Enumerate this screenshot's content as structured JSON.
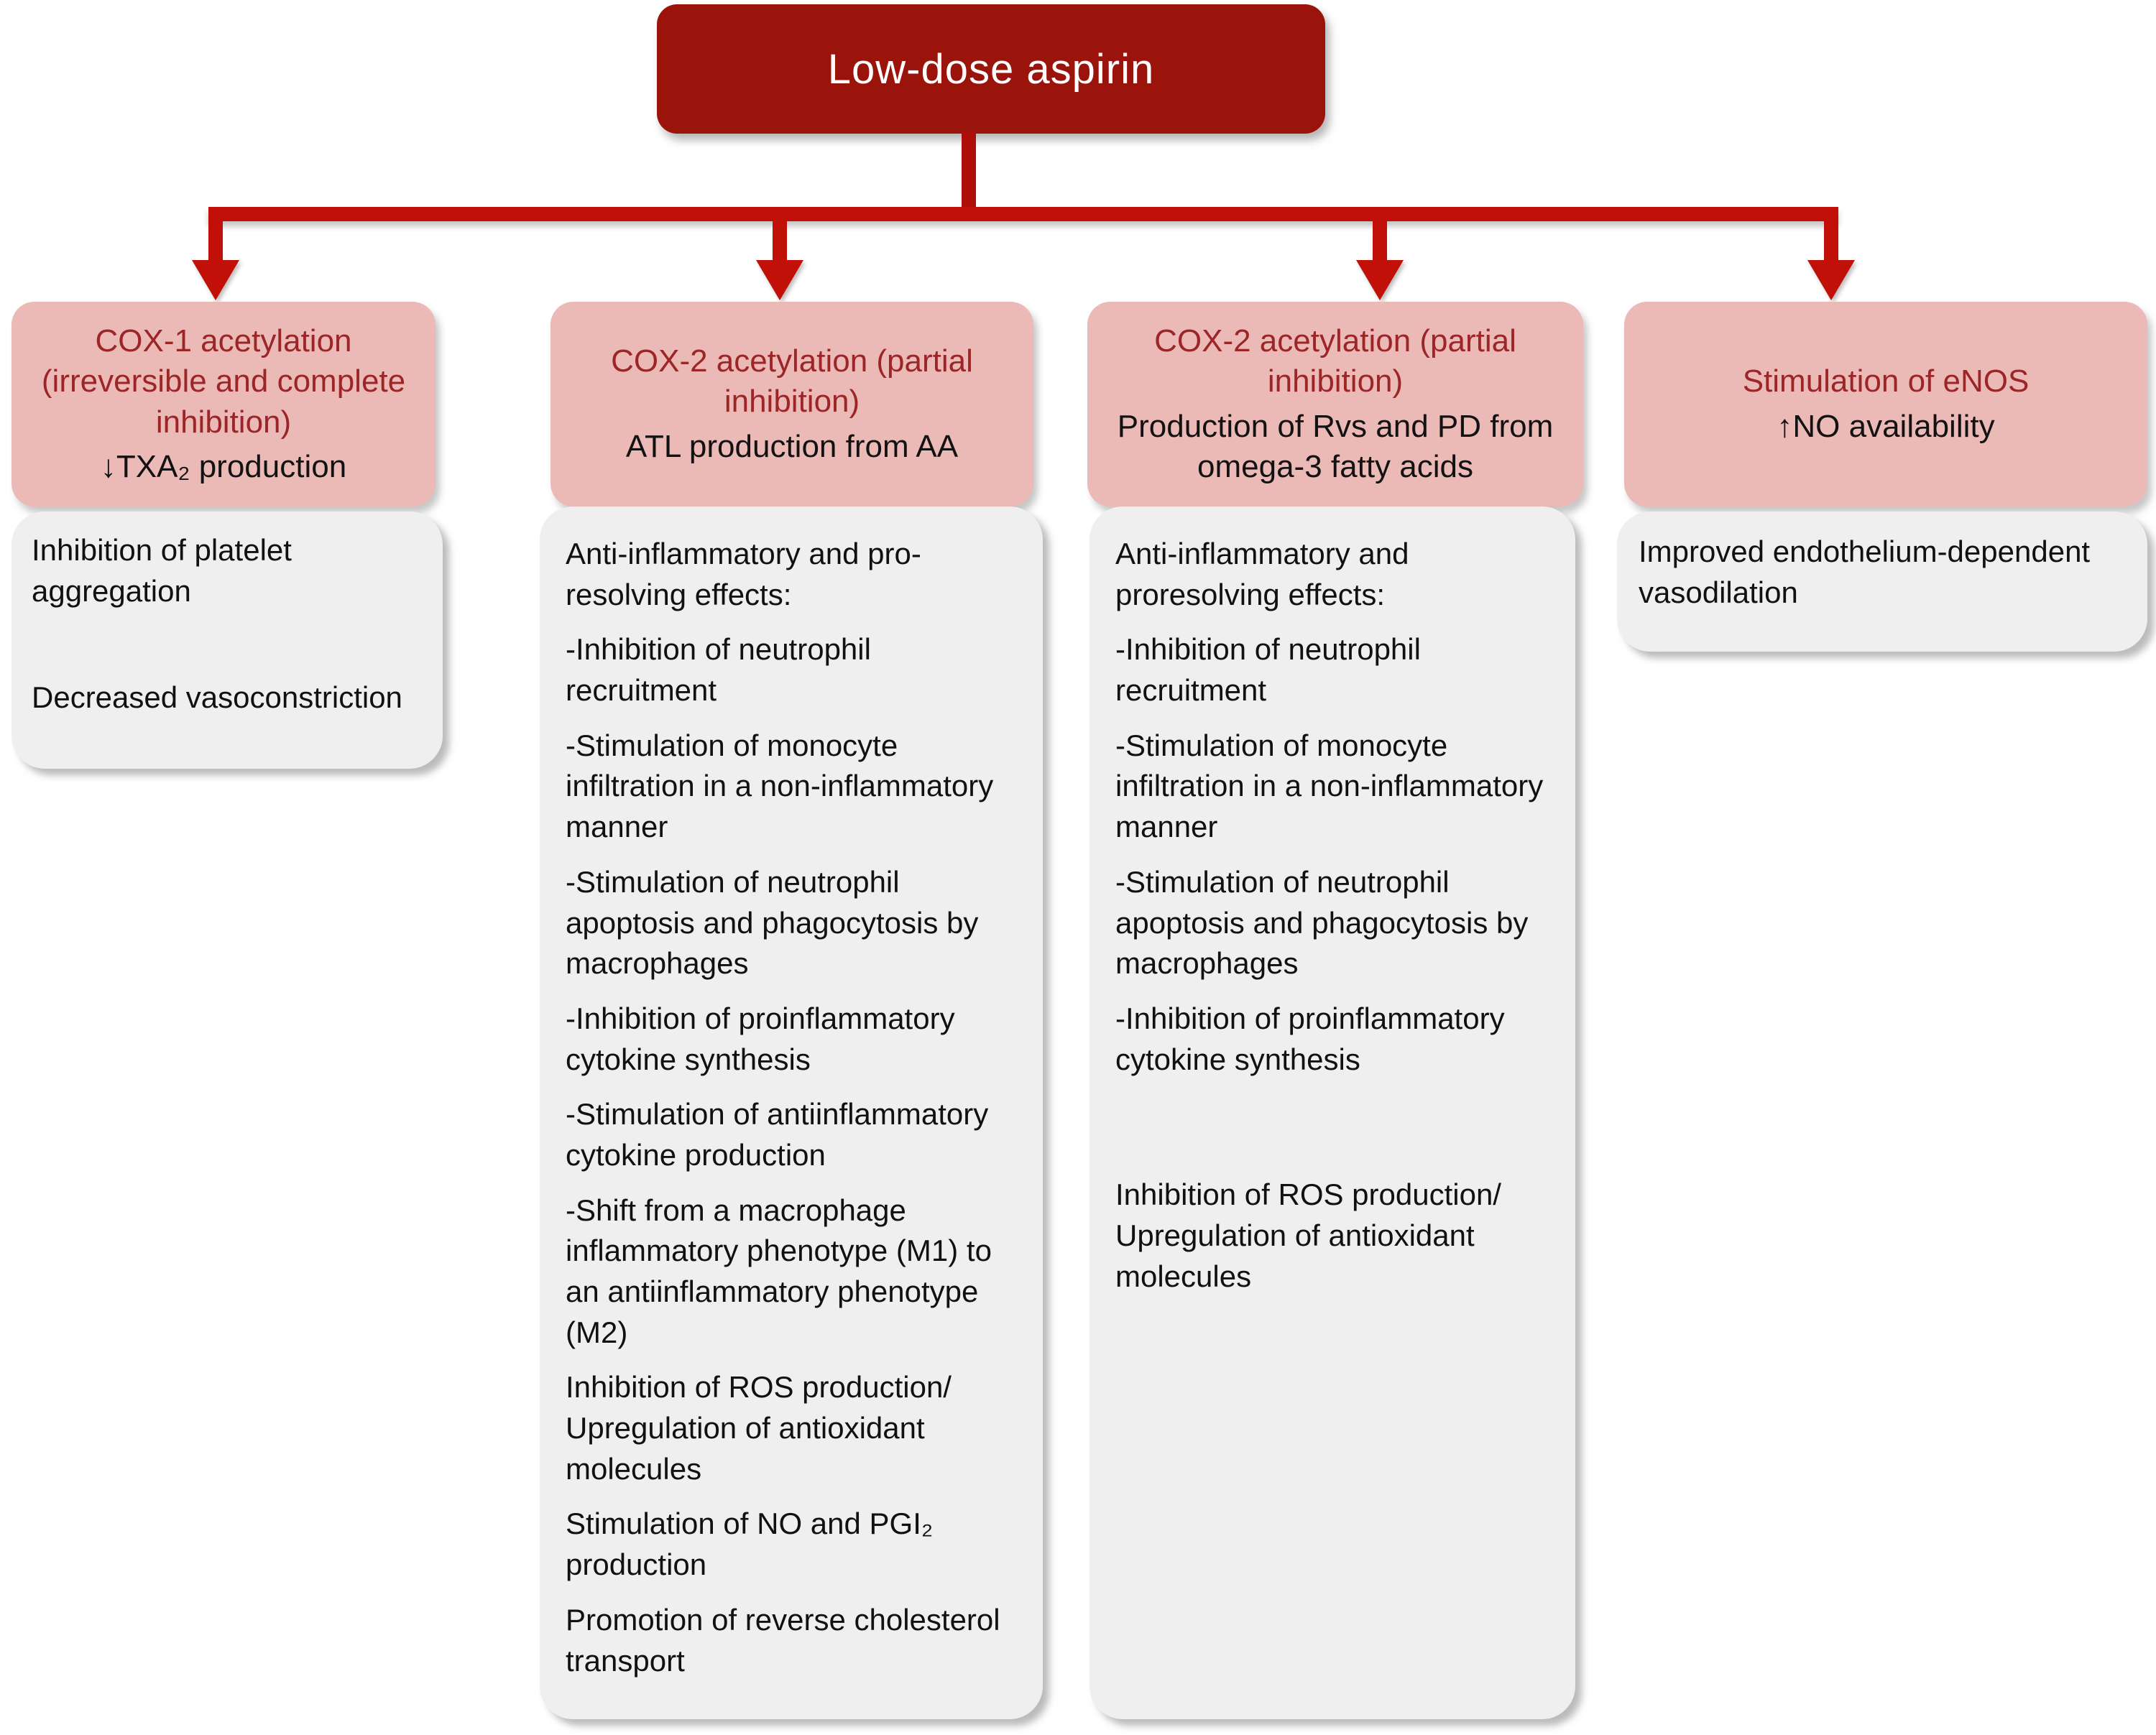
{
  "root": {
    "label": "Low-dose aspirin"
  },
  "colors": {
    "root_bg": "#9A140C",
    "root_text": "#FFFFFF",
    "connector_red": "#C11007",
    "branch_header_bg": "#ECBAB6",
    "branch_header_title": "#9C2528",
    "body_text": "#111111",
    "effects_bg": "#F0EFEF"
  },
  "branches": [
    {
      "header_red": "COX-1 acetylation (irreversible and complete inhibition)",
      "header_black": "↓TXA₂ production",
      "effects": [
        "Inhibition of platelet aggregation",
        "Decreased vasoconstriction"
      ]
    },
    {
      "header_red": "COX-2 acetylation (partial inhibition)",
      "header_black": "ATL production from AA",
      "effects": [
        "Anti-inflammatory and pro-resolving effects:",
        "-Inhibition of neutrophil recruitment",
        "-Stimulation of monocyte infiltration in a non-inflammatory manner",
        "-Stimulation of neutrophil apoptosis and phagocytosis by macrophages",
        "-Inhibition of proinflammatory cytokine synthesis",
        "-Stimulation of antiinflammatory cytokine production",
        "-Shift from a macrophage inflammatory phenotype (M1) to an antiinflammatory phenotype (M2)",
        "Inhibition of ROS production/ Upregulation of antioxidant molecules",
        "Stimulation of NO and PGI₂ production",
        "Promotion of reverse cholesterol transport"
      ]
    },
    {
      "header_red": "COX-2 acetylation (partial inhibition)",
      "header_black": "Production of Rvs and PD from omega-3 fatty acids",
      "effects": [
        "Anti-inflammatory and proresolving effects:",
        "-Inhibition of neutrophil recruitment",
        "-Stimulation of monocyte infiltration in a non-inflammatory manner",
        "-Stimulation of neutrophil apoptosis and phagocytosis by macrophages",
        "-Inhibition of proinflammatory cytokine synthesis",
        "Inhibition of ROS production/ Upregulation of antioxidant molecules"
      ]
    },
    {
      "header_red": "Stimulation of eNOS",
      "header_black": "↑NO availability",
      "effects": [
        "Improved endothelium-dependent vasodilation"
      ]
    }
  ]
}
